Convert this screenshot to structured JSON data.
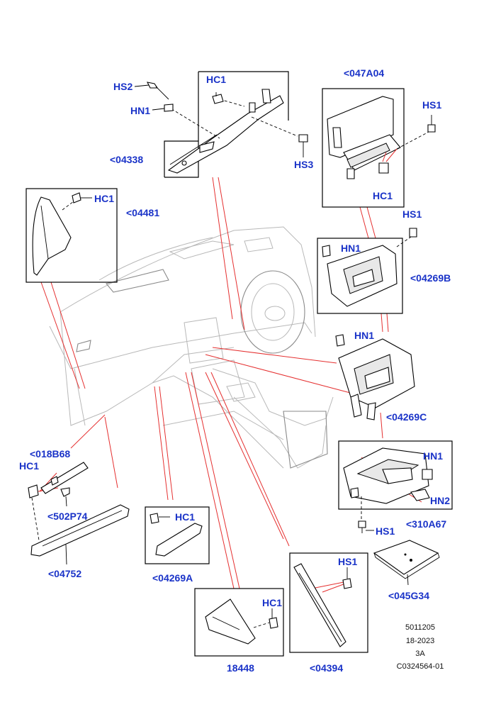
{
  "callouts": {
    "hs2": "HS2",
    "hn1_top": "HN1",
    "hc1_top": "HC1",
    "p04338": "<04338",
    "hs3": "HS3",
    "p047a04": "<047A04",
    "hs1_top": "HS1",
    "hc1_aux": "HC1",
    "hc1_left": "HC1",
    "p04481": "<04481",
    "hs1_mid": "HS1",
    "hn1_mid": "HN1",
    "p04269b": "<04269B",
    "hn1_glove": "HN1",
    "p04269c": "<04269C",
    "hn1_lower": "HN1",
    "hn2": "HN2",
    "hs1_lower": "HS1",
    "p310a67": "<310A67",
    "p045g34": "<045G34",
    "p018b68": "<018B68",
    "hc1_trim": "HC1",
    "p502p74": "<502P74",
    "p04752": "<04752",
    "hc1_04269a": "HC1",
    "p04269a": "<04269A",
    "hc1_18448": "HC1",
    "p18448": "18448",
    "hs1_04394": "HS1",
    "p04394": "<04394"
  },
  "meta": {
    "line1": "5011205",
    "line2": "18-2023",
    "line3": "3A",
    "line4": "C0324564-01"
  },
  "colors": {
    "callout": "#1a33c8",
    "leader_red": "#e53030",
    "outline": "#000000"
  }
}
